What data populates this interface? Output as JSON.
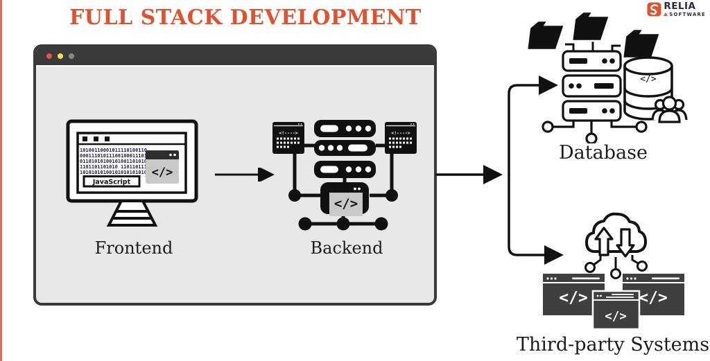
{
  "page": {
    "background": "#ffffff",
    "left_accent_color": "#dd6e5d"
  },
  "title": {
    "text": "FULL STACK DEVELOPMENT",
    "color": "#e2512e"
  },
  "logo": {
    "brand": "RELIA",
    "sub": "SOFTWARE",
    "icon": "relia-s-icon",
    "icon_color": "#e2512e",
    "text_color": "#252a40"
  },
  "window": {
    "titlebar_color": "#3a3a3a",
    "body_color": "#e9e8e6",
    "dots": [
      "#e8524f",
      "#efe14e",
      "#8a8a8a"
    ],
    "frontend": {
      "label": "Frontend",
      "binary_lines": [
        "10100110001011110100110",
        "00011101011100100011101",
        "01101010100101001101010",
        "1101101101010 110110111",
        "10101010100101010101010"
      ],
      "badge": "JavaScript",
      "code_glyph": "</>"
    },
    "backend": {
      "label": "Backend",
      "comment_line": "<!---->",
      "code_glyph": "</>"
    }
  },
  "database": {
    "label": "Database",
    "code_glyph": "</>"
  },
  "third_party": {
    "label": "Third-party Systems",
    "code_glyph": "</>"
  }
}
